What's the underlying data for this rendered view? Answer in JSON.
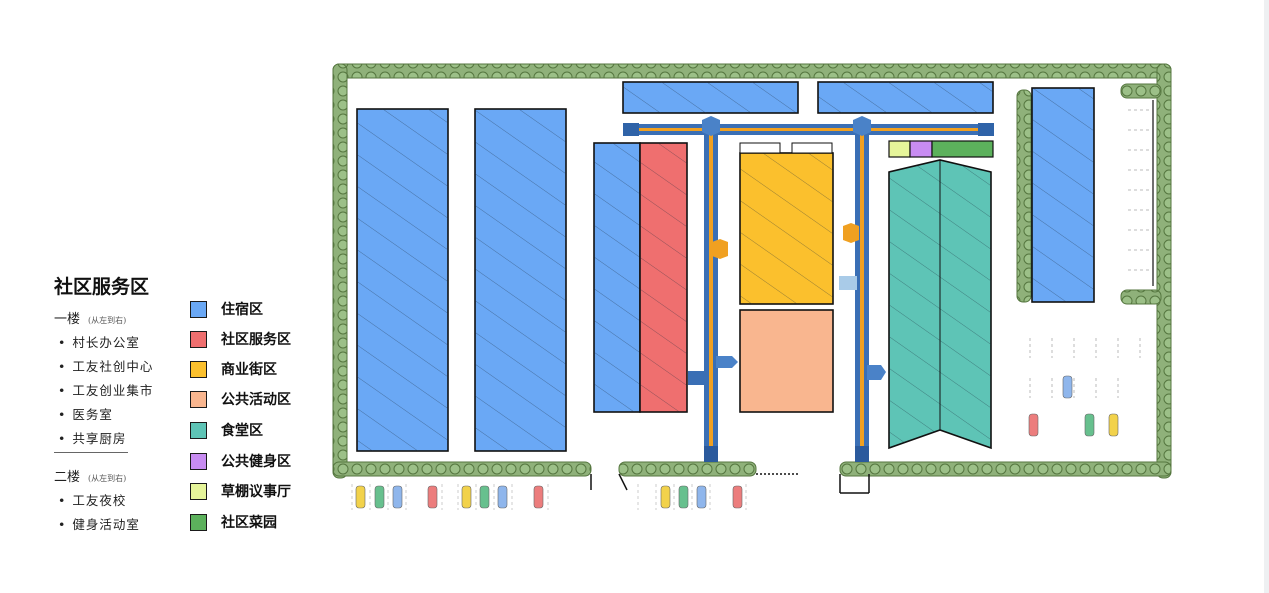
{
  "sidebar": {
    "title": "社区服务区",
    "floor1": {
      "label": "一楼",
      "note": "(从左到右)",
      "rooms": [
        "村长办公室",
        "工友社创中心",
        "工友创业集市",
        "医务室",
        "共享厨房"
      ]
    },
    "floor2": {
      "label": "二楼",
      "note": "(从左到右)",
      "rooms": [
        "工友夜校",
        "健身活动室"
      ]
    }
  },
  "legend": [
    {
      "label": "住宿区",
      "color": "#6aa8f5"
    },
    {
      "label": "社区服务区",
      "color": "#ef6f6f"
    },
    {
      "label": "商业街区",
      "color": "#fbc02d"
    },
    {
      "label": "公共活动区",
      "color": "#f9b68f"
    },
    {
      "label": "食堂区",
      "color": "#5ec4b6"
    },
    {
      "label": "公共健身区",
      "color": "#c88cf2"
    },
    {
      "label": "草棚议事厅",
      "color": "#e6f59a"
    },
    {
      "label": "社区菜园",
      "color": "#5cb15c"
    }
  ],
  "colors": {
    "hedge": "#8fb17a",
    "hedge_dark": "#55763f",
    "path_blue": "#3a6fb5",
    "path_orange": "#f0a021"
  },
  "icons": [
    "car-icon",
    "gate-icon",
    "signpost-icon"
  ]
}
